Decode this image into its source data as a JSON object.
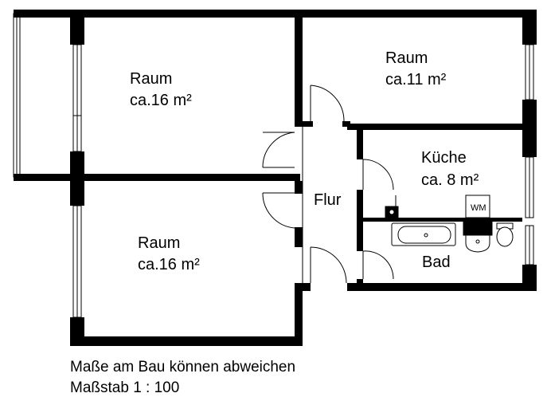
{
  "plan": {
    "rooms": [
      {
        "id": "room-top-left",
        "name": "Raum",
        "area": "ca.16 m²"
      },
      {
        "id": "room-top-right",
        "name": "Raum",
        "area": "ca.11 m²"
      },
      {
        "id": "room-bottom-left",
        "name": "Raum",
        "area": "ca.16 m²"
      },
      {
        "id": "hallway",
        "name": "Flur"
      },
      {
        "id": "kitchen",
        "name": "Küche",
        "area": "ca. 8 m²"
      },
      {
        "id": "bathroom",
        "name": "Bad"
      }
    ],
    "appliances": {
      "washing_machine": "WM"
    }
  },
  "notes": {
    "disclaimer": "Maße am Bau können abweichen",
    "scale": "Maßstab 1 : 100"
  }
}
